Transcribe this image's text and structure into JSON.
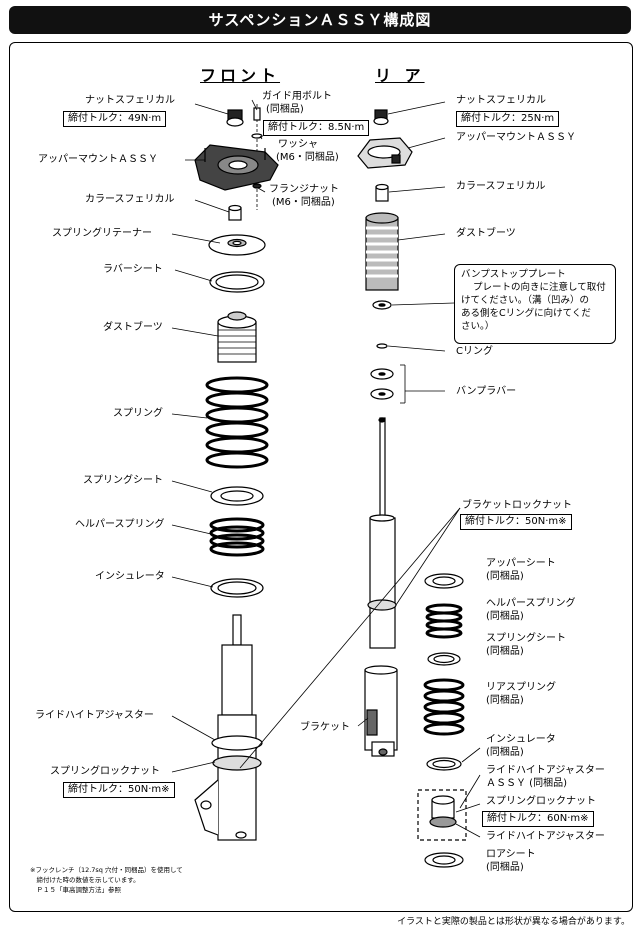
{
  "title": "サスペンションＡＳＳＹ構成図",
  "sections": {
    "front": "フロント",
    "rear": "リ ア"
  },
  "front_labels": {
    "nut": "ナットスフェリカル",
    "nut_torque": "締付トルク：49N·m",
    "guide_bolt": "ガイド用ボルト",
    "guide_bolt_note": "(同梱品)",
    "guide_torque": "締付トルク：8.5N·m",
    "washer": "ワッシャ",
    "washer_note": "(M6・同梱品)",
    "upper_mount": "アッパーマウントＡＳＳＹ",
    "flange_nut": "フランジナット",
    "flange_nut_note": "(M6・同梱品)",
    "collar": "カラースフェリカル",
    "retainer": "スプリングリテーナー",
    "rubber_seat": "ラバーシート",
    "dust_boot": "ダストブーツ",
    "spring": "スプリング",
    "spring_seat": "スプリングシート",
    "helper_spring": "ヘルパースプリング",
    "insulator": "インシュレータ",
    "ride_height": "ライドハイトアジャスター",
    "lock_nut": "スプリングロックナット",
    "lock_torque": "締付トルク：50N·m※"
  },
  "rear_labels": {
    "nut": "ナットスフェリカル",
    "nut_torque": "締付トルク：25N·m",
    "upper_mount": "アッパーマウントＡＳＳＹ",
    "collar": "カラースフェリカル",
    "dust_boot": "ダストブーツ",
    "bump_plate_title": "バンプストッププレート",
    "bump_plate_text": [
      "プレートの向きに注意して取付",
      "けてください。（溝（凹み）の",
      "ある側をCリングに向けてくだ",
      "さい。）"
    ],
    "c_ring": "Cリング",
    "bump_rubber": "バンプラバー",
    "bracket_nut": "ブラケットロックナット",
    "bracket_torque": "締付トルク：50N·m※",
    "bracket": "ブラケット",
    "upper_seat": "アッパーシート",
    "upper_seat_note": "(同梱品)",
    "helper_spring": "ヘルパースプリング",
    "helper_spring_note": "(同梱品)",
    "spring_seat": "スプリングシート",
    "spring_seat_note": "(同梱品)",
    "rear_spring": "リアスプリング",
    "rear_spring_note": "(同梱品)",
    "insulator": "インシュレータ",
    "insulator_note": "(同梱品)",
    "ride_height": "ライドハイトアジャスター",
    "ride_height_note": "ＡＳＳＹ (同梱品)",
    "lock_nut": "スプリングロックナット",
    "lock_torque": "締付トルク：60N·m※",
    "lower_seat": "ライドハイトアジャスター",
    "lower_seat_2": "ロアシート",
    "lower_seat_note": "(同梱品)"
  },
  "footnote": [
    "※フックレンチ（12.7sq 穴付・同梱品）を使用して",
    "　締付けた時の数値を示しています。",
    "　Ｐ１５「車高調整方法」参照"
  ],
  "disclaimer": "イラストと実際の製品とは形状が異なる場合があります。"
}
